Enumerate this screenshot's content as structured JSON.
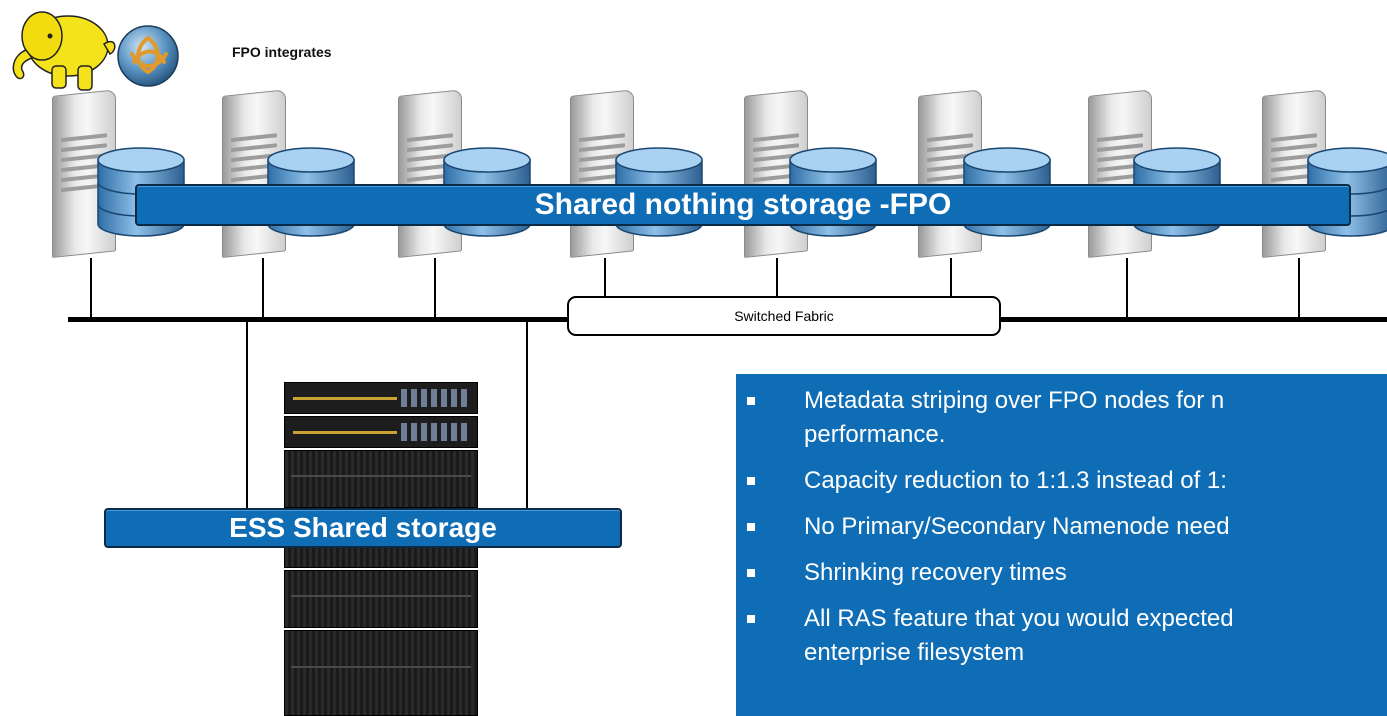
{
  "header": {
    "label": "FPO integrates"
  },
  "fpo": {
    "label": "Shared nothing storage -FPO"
  },
  "fabric": {
    "label": "Switched Fabric"
  },
  "ess": {
    "label": "ESS Shared storage"
  },
  "features": {
    "items": [
      {
        "lines": [
          "Metadata striping  over FPO nodes for n",
          "performance."
        ]
      },
      {
        "lines": [
          "Capacity reduction to 1:1.3 instead of 1:"
        ]
      },
      {
        "lines": [
          "No Primary/Secondary Namenode need"
        ]
      },
      {
        "lines": [
          "Shrinking recovery times"
        ]
      },
      {
        "lines": [
          "All RAS feature that you would expected",
          "enterprise filesystem"
        ]
      }
    ]
  },
  "colors": {
    "accent": "#0f6db6",
    "border": "#0b2a45",
    "elephant": "#f4e21b"
  },
  "icons": [
    "hadoop-elephant-icon",
    "globe-knot-icon",
    "server-tower-icon",
    "database-icon",
    "storage-rack-icon"
  ]
}
